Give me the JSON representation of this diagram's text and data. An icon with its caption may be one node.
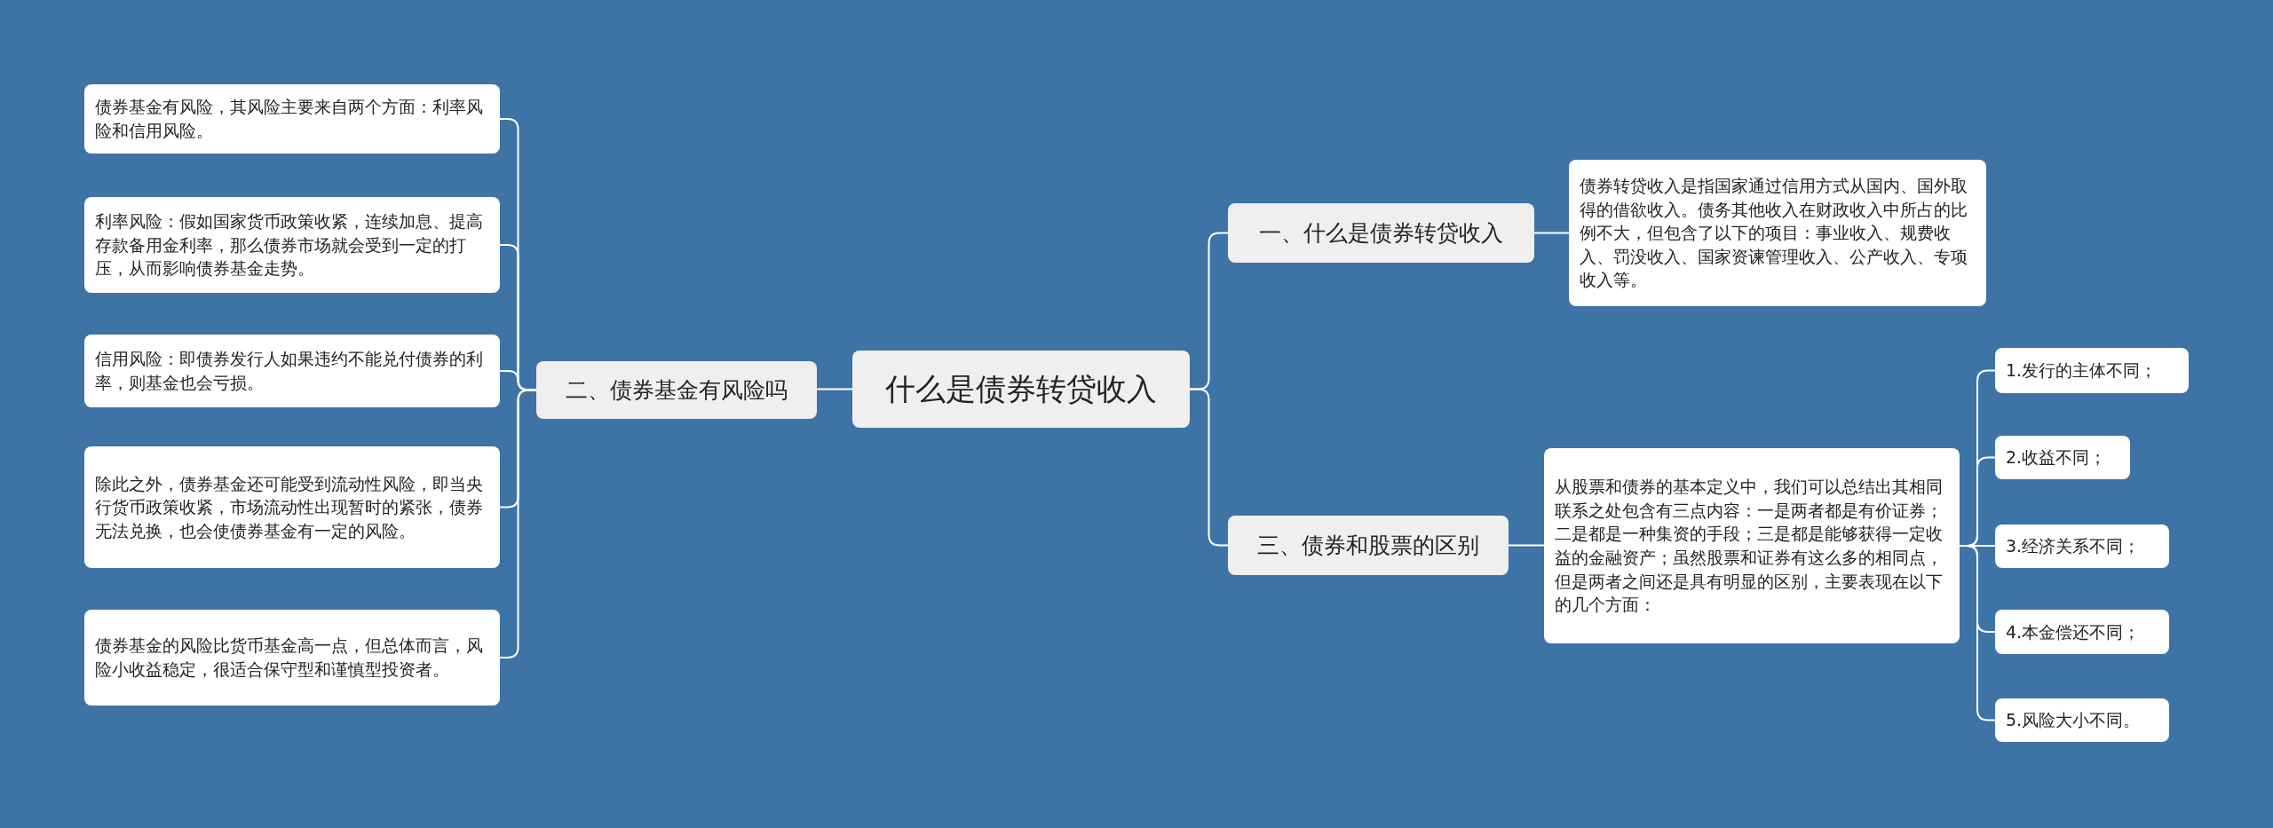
{
  "diagram": {
    "nodes": [
      {
        "text": [
          "什么是债券转贷收入"
        ]
      },
      {
        "text": [
          "一、什么是债券转贷收入"
        ]
      },
      {
        "text": [
          "债券转贷收入是指国家通过信用方式从国内、国外取得的借欲收入。债务其他收入在财政收入中所占的比例不大，但包含了以下的项目：事业收入、规费收入、罚没收入、国家资谏管理收入、公产收入、专项收入等。"
        ]
      },
      {
        "text": [
          "二、债券基金有风险吗"
        ]
      },
      {
        "text": [
          "债券基金有风险，其风险主要来自两个方面：利率风险和信用风险。"
        ]
      },
      {
        "text": [
          "利率风险：假如国家货币政策收紧，连续加息、提高存款备用金利率，那么债券市场就会受到一定的打压，从而影响债券基金走势。"
        ]
      },
      {
        "text": [
          "信用风险：即债券发行人如果违约不能兑付债券的利率，则基金也会亏损。"
        ]
      },
      {
        "text": [
          "除此之外，债券基金还可能受到流动性风险，即当央行货币政策收紧，市场流动性出现暂时的紧张，债券无法兑换，也会使债券基金有一定的风险。"
        ]
      },
      {
        "text": [
          "债券基金的风险比货币基金高一点，但总体而言，风险小收益稳定，很适合保守型和谨慎型投资者。"
        ]
      },
      {
        "text": [
          "三、债券和股票的区别"
        ]
      },
      {
        "text": [
          "从股票和债券的基本定义中，我们可以总结出其相同联系之处包含有三点内容：一是两者都是有价证券；二是都是一种集资的手段；三是都是能够获得一定收益的金融资产；虽然股票和证券有这么多的相同点，但是两者之间还是具有明显的区别，主要表现在以下的几个方面："
        ]
      },
      {
        "text": [
          "1.发行的主体不同；"
        ]
      },
      {
        "text": [
          "2.收益不同；"
        ]
      },
      {
        "text": [
          "3.经济关系不同；"
        ]
      },
      {
        "text": [
          "4.本金偿还不同；"
        ]
      },
      {
        "text": [
          "5.风险大小不同。"
        ]
      }
    ],
    "edges": [
      {
        "from": 0,
        "to": 1,
        "arrow": "none"
      },
      {
        "from": 1,
        "to": 2,
        "arrow": "none"
      },
      {
        "from": 0,
        "to": 3,
        "arrow": "none"
      },
      {
        "from": 3,
        "to": 4,
        "arrow": "none"
      },
      {
        "from": 3,
        "to": 5,
        "arrow": "none"
      },
      {
        "from": 3,
        "to": 6,
        "arrow": "none"
      },
      {
        "from": 3,
        "to": 7,
        "arrow": "none"
      },
      {
        "from": 3,
        "to": 8,
        "arrow": "none"
      },
      {
        "from": 0,
        "to": 9,
        "arrow": "none"
      },
      {
        "from": 9,
        "to": 10,
        "arrow": "none"
      },
      {
        "from": 10,
        "to": 11,
        "arrow": "none"
      },
      {
        "from": 10,
        "to": 12,
        "arrow": "none"
      },
      {
        "from": 10,
        "to": 13,
        "arrow": "none"
      },
      {
        "from": 10,
        "to": 14,
        "arrow": "none"
      },
      {
        "from": 10,
        "to": 15,
        "arrow": "none"
      }
    ]
  }
}
